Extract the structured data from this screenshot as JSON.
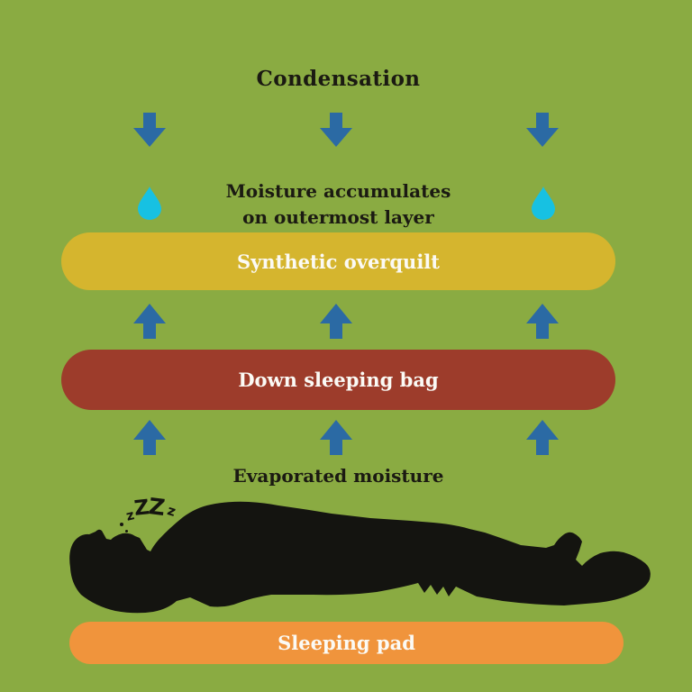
{
  "colors": {
    "background_green": "#8aab42",
    "arrow_blue": "#2b6aa4",
    "droplet_cyan": "#17c1e2",
    "overquilt_yellow": "#d5b52e",
    "sleeping_bag_brown": "#9d3c2b",
    "sleeping_pad_orange": "#f0943c",
    "text_dark": "#1b1a12",
    "text_light": "#fbfaf5",
    "silhouette_black": "#141410"
  },
  "diagram": {
    "title": "Condensation",
    "note": {
      "line1": "Moisture accumulates",
      "line2": "on outermost layer"
    },
    "evaporation_label": "Evaporated moisture",
    "layers": {
      "overquilt": {
        "label": "Synthetic overquilt"
      },
      "down_bag": {
        "label": "Down sleeping bag"
      },
      "pad": {
        "label": "Sleeping pad"
      }
    },
    "sleep": {
      "chars": [
        "z",
        "Z",
        "Z",
        "z"
      ]
    },
    "icons": {
      "down_arrow": "down-arrow-icon",
      "up_arrow": "up-arrow-icon",
      "droplet": "water-droplet-icon",
      "person": "sleeping-person-silhouette"
    }
  }
}
